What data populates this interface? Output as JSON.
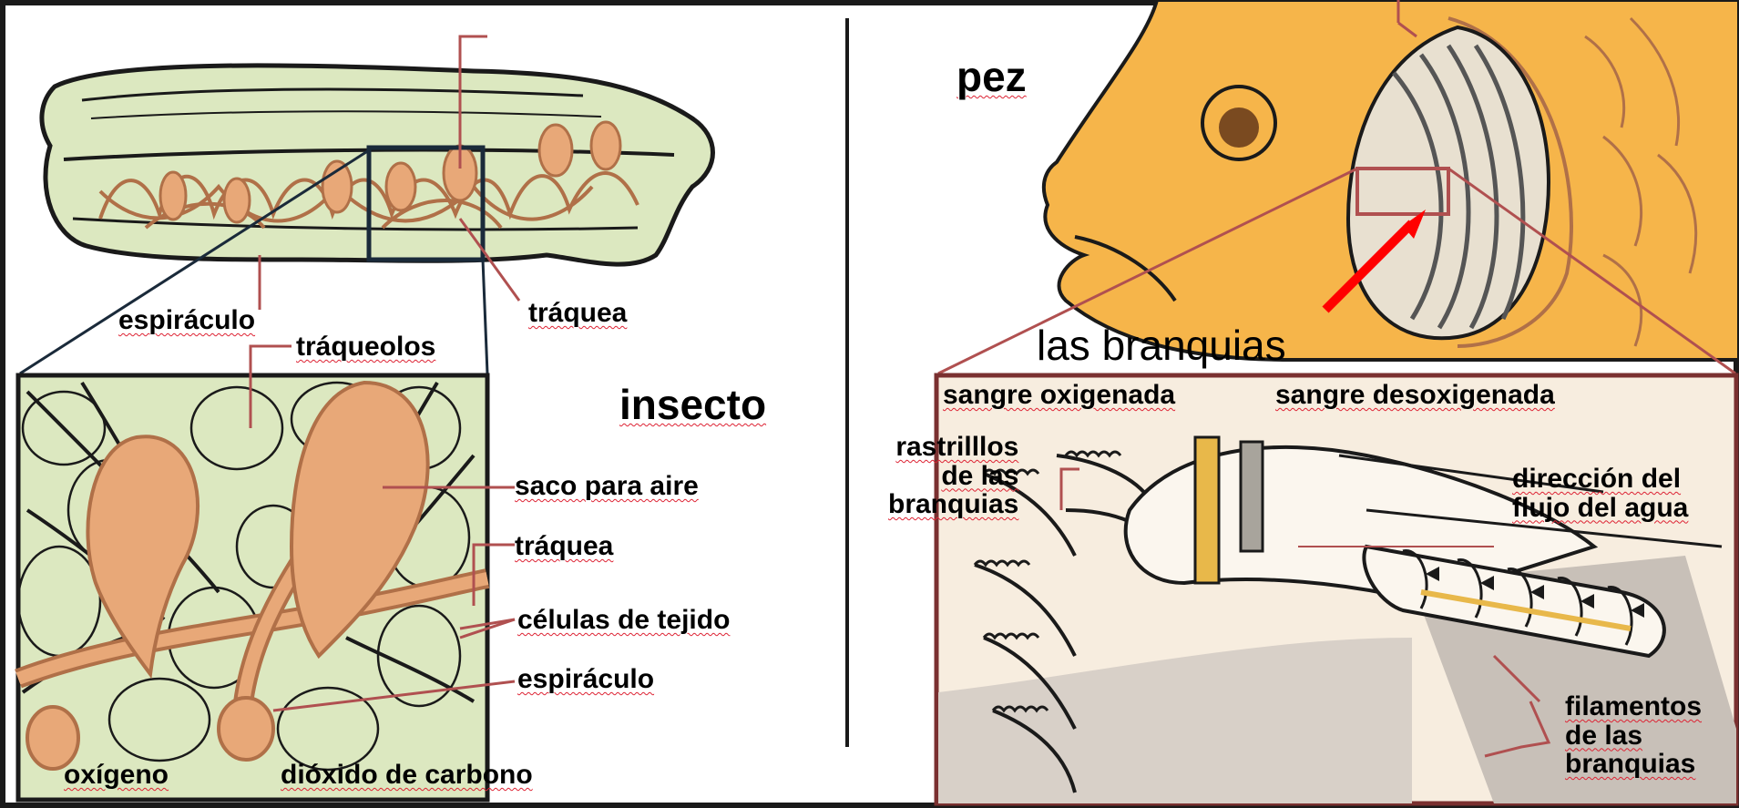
{
  "insect": {
    "title": "insecto",
    "labels": {
      "espiraculo_top": "espiráculo",
      "traquea_top": "tráquea",
      "traqueolos": "tráqueolos",
      "saco_aire": "saco para aire",
      "traquea_detail": "tráquea",
      "celulas": "células de tejido",
      "espiraculo_detail": "espiráculo",
      "oxigeno": "oxígeno",
      "dioxido": "dióxido de carbono"
    }
  },
  "fish": {
    "title": "pez",
    "branquias": "las branquias",
    "labels": {
      "sangre_ox": "sangre oxigenada",
      "sangre_desox": "sangre desoxigenada",
      "rastrillos": "rastrilllos\nde las\nbranquias",
      "direccion": "dirección del\nflujo del agua",
      "filamentos": "filamentos\nde las\nbranquias"
    }
  },
  "colors": {
    "insect_body": "#dce8c0",
    "trachea": "#e8a878",
    "fish_body": "#f6b54a",
    "gill_panel": "#f7eddf",
    "frame": "#1a1a1a",
    "pointer": "#b05050",
    "arrow": "#ff0000"
  }
}
